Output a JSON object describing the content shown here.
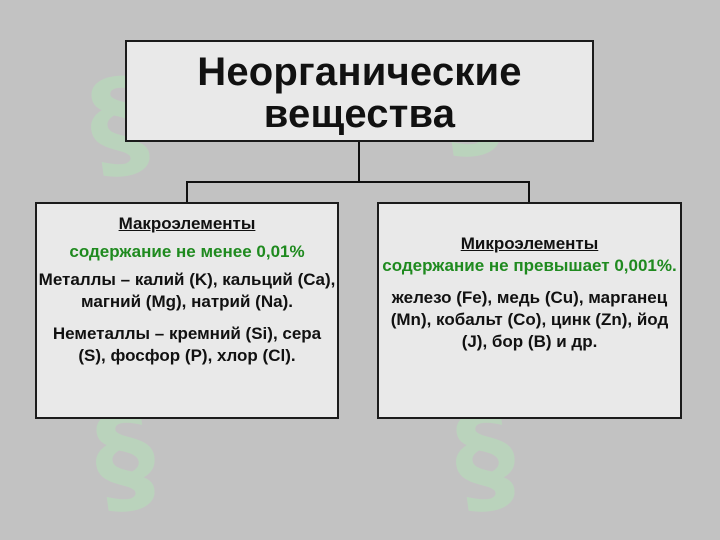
{
  "watermark": {
    "glyph": "§",
    "color": "#b8d9bb"
  },
  "title": {
    "line1": "Неорганические",
    "line2": "вещества"
  },
  "macro": {
    "heading": "Макроэлементы",
    "content": "содержание не менее 0,01%",
    "metals": "Металлы – калий (K), кальций (Ca), магний (Mg), натрий  (Na).",
    "nonmetals": "Неметаллы – кремний (Si), сера (S), фосфор (P), хлор (Cl)."
  },
  "micro": {
    "heading": "Микроэлементы",
    "content": "содержание не превышает 0,001%.",
    "examples": "железо (Fe), медь (Cu), марганец (Mn), кобальт (Co), цинк (Zn), йод (J), бор (B) и др."
  },
  "colors": {
    "background": "#c2c2c2",
    "box_fill": "#e9e9e9",
    "border": "#1b1b1b",
    "green_text": "#1f8a1f"
  }
}
